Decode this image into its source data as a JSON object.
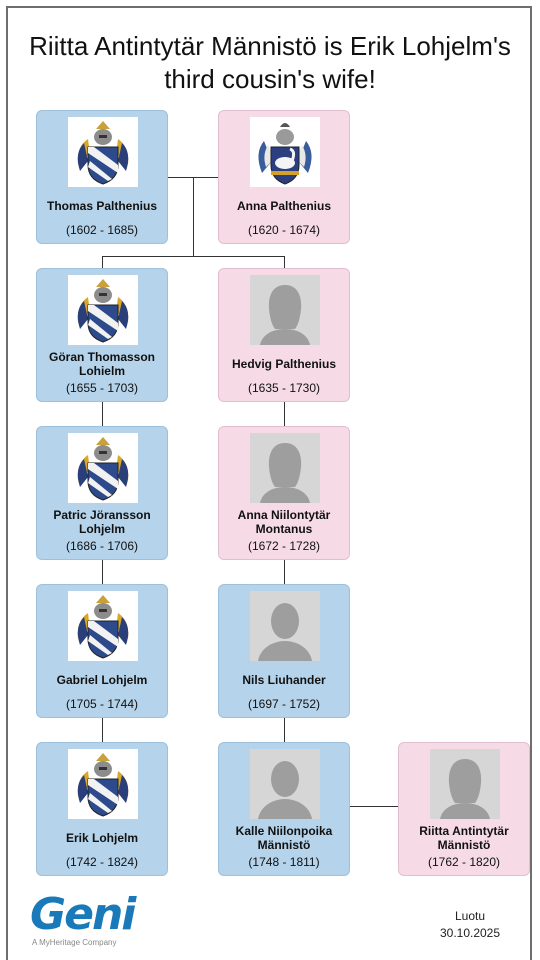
{
  "title": "Riitta Antintytär Männistö is Erik Lohjelm's third cousin's wife!",
  "people": {
    "thomas": {
      "name": "Thomas Palthenius",
      "years": "(1602 - 1685)",
      "photo": "coat-of-arms"
    },
    "anna_p": {
      "name": "Anna Palthenius",
      "years": "(1620 - 1674)",
      "photo": "coat-of-arms-swan"
    },
    "goran": {
      "name": "Göran Thomasson Lohielm",
      "years": "(1655 - 1703)",
      "photo": "coat-of-arms"
    },
    "hedvig": {
      "name": "Hedvig Palthenius",
      "years": "(1635 - 1730)",
      "photo": "silhouette-female"
    },
    "patric": {
      "name": "Patric Jöransson Lohjelm",
      "years": "(1686 - 1706)",
      "photo": "coat-of-arms"
    },
    "anna_m": {
      "name": "Anna Niilontytär Montanus",
      "years": "(1672 - 1728)",
      "photo": "silhouette-female"
    },
    "gabriel": {
      "name": "Gabriel Lohjelm",
      "years": "(1705 - 1744)",
      "photo": "coat-of-arms"
    },
    "nils": {
      "name": "Nils Liuhander",
      "years": "(1697 - 1752)",
      "photo": "silhouette-male"
    },
    "erik": {
      "name": "Erik Lohjelm",
      "years": "(1742 - 1824)",
      "photo": "coat-of-arms"
    },
    "kalle": {
      "name": "Kalle Niilonpoika Männistö",
      "years": "(1748 - 1811)",
      "photo": "silhouette-male"
    },
    "riitta": {
      "name": "Riitta Antintytär Männistö",
      "years": "(1762 - 1820)",
      "photo": "silhouette-female"
    }
  },
  "logo": {
    "word": "Geni",
    "tagline": "A MyHeritage Company"
  },
  "created": {
    "label": "Luotu",
    "date": "30.10.2025"
  },
  "colors": {
    "male": "#b5d3ea",
    "female": "#f6dbe7",
    "brand": "#1a79b8"
  }
}
